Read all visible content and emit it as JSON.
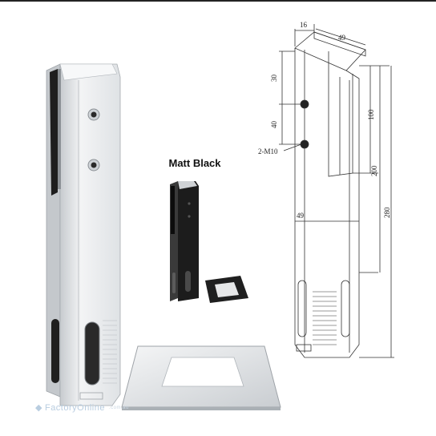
{
  "variant": {
    "label": "Matt Black"
  },
  "drawing": {
    "dimensions": {
      "top_thickness": "16",
      "top_width": "49",
      "hole_offset": "30",
      "hole_spacing": "40",
      "holes": "2-M10",
      "slot_depth": "100",
      "mid_height": "200",
      "total_height": "280",
      "body_width": "49"
    }
  },
  "watermark": {
    "text": "FactoryOnline",
    "suffix": ".com.au"
  },
  "colors": {
    "silver_light": "#eef0f2",
    "silver_mid": "#d4d8dc",
    "silver_dark": "#a9aeb3",
    "black_finish": "#1c1c1c",
    "line": "#333333"
  }
}
